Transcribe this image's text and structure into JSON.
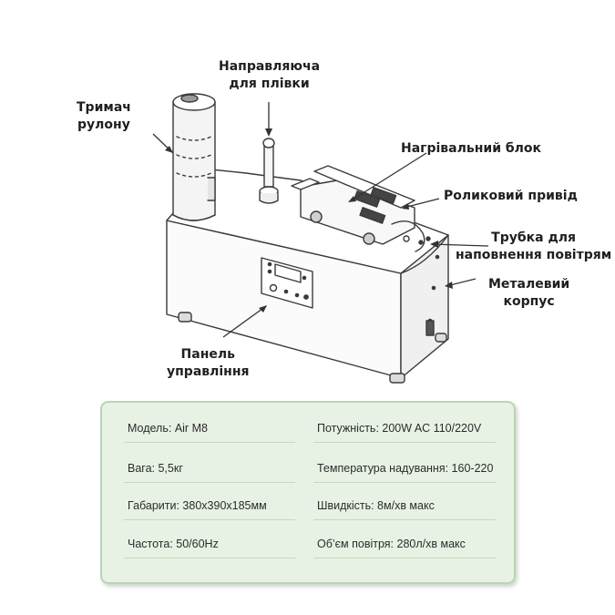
{
  "callouts": {
    "roll_holder": [
      "Тримач",
      "рулону"
    ],
    "film_guide": [
      "Направляюча",
      "для плівки"
    ],
    "heating_block": [
      "Нагрівальний блок"
    ],
    "roller_drive": [
      "Роликовий привід"
    ],
    "air_tube": [
      "Трубка для",
      "наповнення повітрям"
    ],
    "metal_case": [
      "Металевий",
      "корпус"
    ],
    "control_panel": [
      "Панель",
      "управління"
    ]
  },
  "specs": {
    "left": [
      "Модель: Air M8",
      "Вага: 5,5кг",
      "Габарити: 380х390х185мм",
      "Частота: 50/60Hz"
    ],
    "right": [
      "Потужність: 200W  AC 110/220V",
      "Температура надування: 160-220",
      "Швидкість: 8м/хв макс",
      "Об’єм повітря: 280л/хв макс"
    ]
  },
  "colors": {
    "panel_bg": "#e8f2e4",
    "panel_border": "#b7d7b0",
    "line_art": "#3a3a3a"
  }
}
